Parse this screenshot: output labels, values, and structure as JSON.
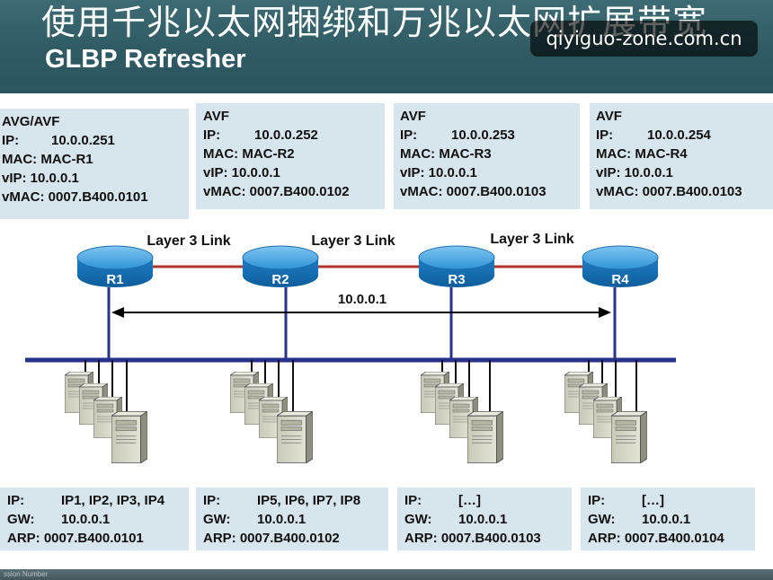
{
  "header": {
    "title_cn": "使用千兆以太网捆绑和万兆以太网扩展带宽",
    "subtitle": "GLBP Refresher"
  },
  "watermark": "qiyiguo-zone.com.cn",
  "routers": [
    {
      "name": "R1",
      "role": "AVG/AVF",
      "ip_label": "IP:",
      "ip": "10.0.0.251",
      "mac": "MAC: MAC-R1",
      "vip": "vIP: 10.0.0.1",
      "vmac": "vMAC: 0007.B400.0101"
    },
    {
      "name": "R2",
      "role": "AVF",
      "ip_label": "IP:",
      "ip": "10.0.0.252",
      "mac": "MAC: MAC-R2",
      "vip": "vIP: 10.0.0.1",
      "vmac": "vMAC: 0007.B400.0102"
    },
    {
      "name": "R3",
      "role": "AVF",
      "ip_label": "IP:",
      "ip": "10.0.0.253",
      "mac": "MAC: MAC-R3",
      "vip": "vIP: 10.0.0.1",
      "vmac": "vMAC: 0007.B400.0103"
    },
    {
      "name": "R4",
      "role": "AVF",
      "ip_label": "IP:",
      "ip": "10.0.0.254",
      "mac": "MAC: MAC-R4",
      "vip": "vIP: 10.0.0.1",
      "vmac": "vMAC: 0007.B400.0103"
    }
  ],
  "links": [
    {
      "label": "Layer 3 Link"
    },
    {
      "label": "Layer 3 Link"
    },
    {
      "label": "Layer 3 Link"
    }
  ],
  "virtual_ip": "10.0.0.1",
  "host_groups": [
    {
      "ip_label": "IP:",
      "ip": "IP1, IP2, IP3, IP4",
      "gw_label": "GW:",
      "gw": "10.0.0.1",
      "arp": "ARP: 0007.B400.0101"
    },
    {
      "ip_label": "IP:",
      "ip": "IP5, IP6, IP7, IP8",
      "gw_label": "GW:",
      "gw": "10.0.0.1",
      "arp": "ARP: 0007.B400.0102"
    },
    {
      "ip_label": "IP:",
      "ip": "[…]",
      "gw_label": "GW:",
      "gw": "10.0.0.1",
      "arp": "ARP: 0007.B400.0103"
    },
    {
      "ip_label": "IP:",
      "ip": "[…]",
      "gw_label": "GW:",
      "gw": "10.0.0.1",
      "arp": "ARP: 0007.B400.0104"
    }
  ],
  "footer": "ssion Number",
  "colors": {
    "router_fill": "#2a8fd6",
    "l3_link": "#b2342f",
    "lan_bus": "#27338a",
    "info_box": "#d7e5ec"
  },
  "icons": {
    "router": "router-icon",
    "server": "server-icon"
  }
}
